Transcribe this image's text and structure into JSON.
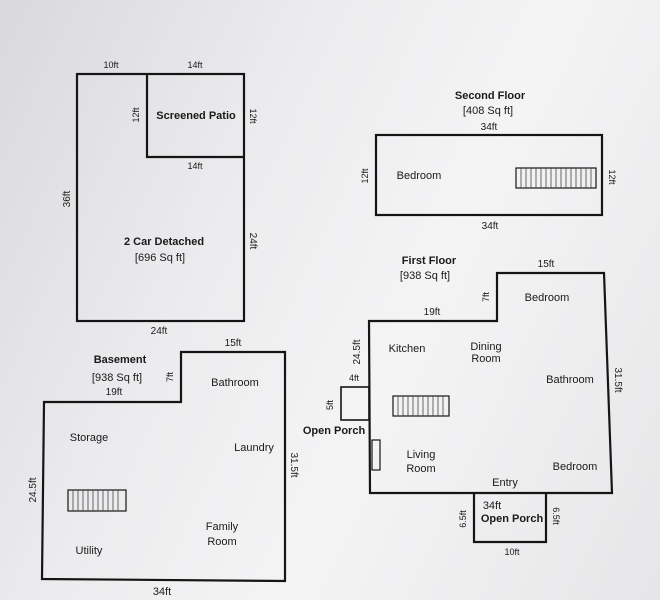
{
  "garage": {
    "title": "2 Car Detached",
    "area": "[696 Sq ft]",
    "patio": "Screened Patio",
    "dims": {
      "top_left": "10ft",
      "top_right": "14ft",
      "patio_left": "12ft",
      "patio_right": "12ft",
      "patio_bottom": "14ft",
      "left": "36ft",
      "right": "24ft",
      "bottom": "24ft"
    }
  },
  "second_floor": {
    "title": "Second Floor",
    "area": "[408 Sq ft]",
    "rooms": {
      "bedroom": "Bedroom"
    },
    "dims": {
      "top": "34ft",
      "bottom": "34ft",
      "left": "12ft",
      "right": "12ft"
    }
  },
  "first_floor": {
    "title": "First Floor",
    "area": "[938 Sq ft]",
    "rooms": {
      "kitchen": "Kitchen",
      "dining": [
        "Dining",
        "Room"
      ],
      "bedroom_top": "Bedroom",
      "bathroom": "Bathroom",
      "living": [
        "Living",
        "Room"
      ],
      "entry": "Entry",
      "bedroom_bottom": "Bedroom"
    },
    "porch_side": {
      "label": "Open Porch",
      "dim_top": "4ft",
      "dim_left": "5ft"
    },
    "porch_front": {
      "label": "Open Porch",
      "dim_left": "6.5ft",
      "dim_right": "6.5ft",
      "dim_bottom": "10ft"
    },
    "dims": {
      "top_right": "15ft",
      "notch": "7ft",
      "top_left": "19ft",
      "left": "24.5ft",
      "right": "31.5ft",
      "bottom": "34ft"
    }
  },
  "basement": {
    "title": "Basement",
    "area": "[938 Sq ft]",
    "rooms": {
      "bathroom": "Bathroom",
      "storage": "Storage",
      "laundry": "Laundry",
      "family": [
        "Family",
        "Room"
      ],
      "utility": "Utility"
    },
    "dims": {
      "top_right": "15ft",
      "notch": "7ft",
      "top_left": "19ft",
      "left": "24.5ft",
      "right": "31.5ft",
      "bottom": "34ft"
    }
  }
}
